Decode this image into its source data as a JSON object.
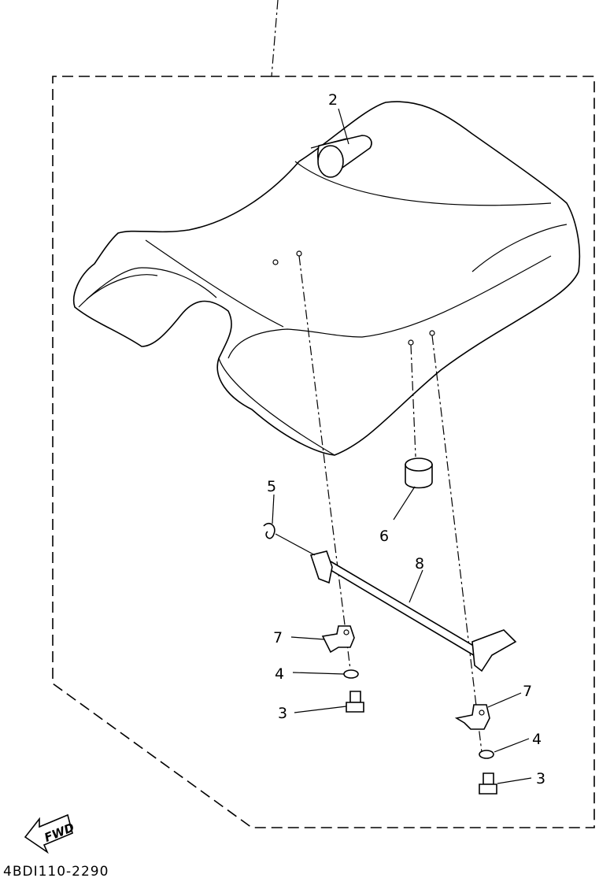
{
  "diagram": {
    "part_numbers": {
      "seat_cover_bolt": "2",
      "bolt_front": "3",
      "bolt_rear": "3",
      "washer_front": "4",
      "washer_rear": "4",
      "clip": "5",
      "damper": "6",
      "bracket_front": "7",
      "bracket_rear": "7",
      "rod": "8"
    },
    "fwd_label": "FWD",
    "drawing_code": "4BDI110-2290"
  }
}
